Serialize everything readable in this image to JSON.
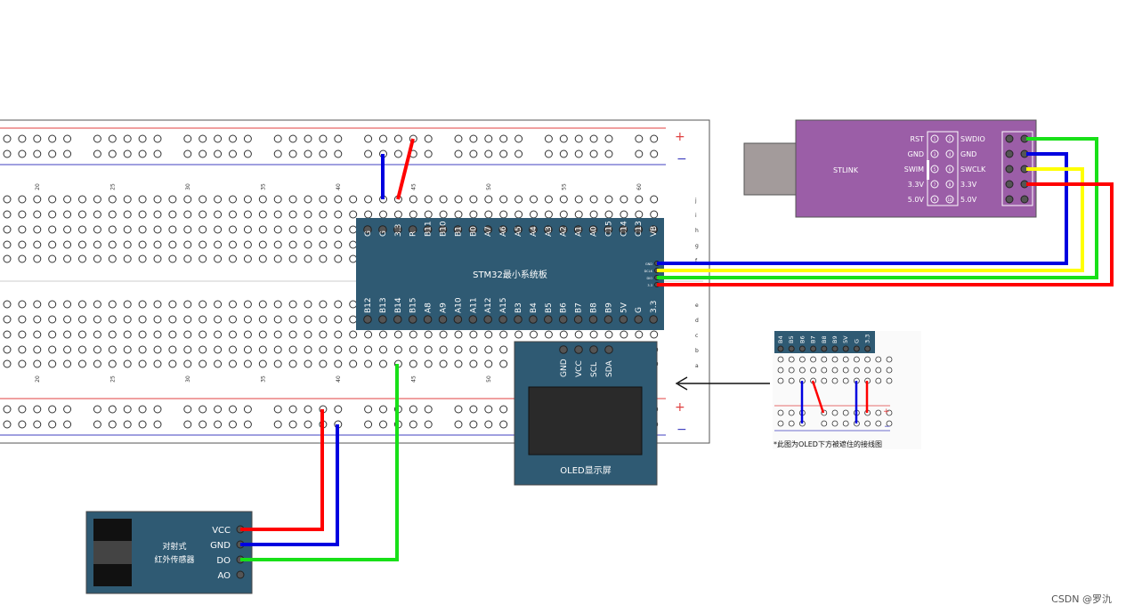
{
  "breadboard": {
    "column_numbers": [
      "20",
      "25",
      "30",
      "35",
      "40",
      "45",
      "50",
      "55",
      "60"
    ],
    "top_row_letters": [
      "j",
      "i",
      "h",
      "g",
      "f"
    ],
    "bottom_row_letters": [
      "e",
      "d",
      "c",
      "b",
      "a"
    ],
    "rail_plus": "+",
    "rail_minus": "−"
  },
  "stm32": {
    "title": "STM32最小系统板",
    "top_pins": [
      "G",
      "G",
      "3.3",
      "R",
      "B11",
      "B10",
      "B1",
      "B0",
      "A7",
      "A6",
      "A5",
      "A4",
      "A3",
      "A2",
      "A1",
      "A0",
      "C15",
      "C14",
      "C13",
      "VB"
    ],
    "bottom_pins": [
      "B12",
      "B13",
      "B14",
      "B15",
      "A8",
      "A9",
      "A10",
      "A11",
      "A12",
      "A15",
      "B3",
      "B4",
      "B5",
      "B6",
      "B7",
      "B8",
      "B9",
      "5V",
      "G",
      "3.3"
    ],
    "swd_pins": [
      "GND",
      "DCLK",
      "DIO",
      "3.3"
    ]
  },
  "stlink": {
    "label": "STLINK",
    "left_labels": [
      "RST",
      "GND",
      "SWIM",
      "3.3V",
      "5.0V"
    ],
    "right_labels": [
      "SWDIO",
      "GND",
      "SWCLK",
      "3.3V",
      "5.0V"
    ],
    "pin_numbers": [
      "1",
      "2",
      "3",
      "4",
      "5",
      "6",
      "7",
      "8",
      "9",
      "10"
    ]
  },
  "oled": {
    "pins": [
      "GND",
      "VCC",
      "SCL",
      "SDA"
    ],
    "label": "OLED显示屏"
  },
  "sensor": {
    "title_line1": "对射式",
    "title_line2": "红外传感器",
    "pins": [
      "VCC",
      "GND",
      "DO",
      "AO"
    ]
  },
  "inset": {
    "pins": [
      "B4",
      "B5",
      "B6",
      "B7",
      "B8",
      "B9",
      "5V",
      "G",
      "3.3"
    ],
    "caption": "*此图为OLED下方被遮住的接线图"
  },
  "watermark": "CSDN @罗氿",
  "colors": {
    "red": "#ff0000",
    "blue": "#0000e0",
    "green": "#18e018",
    "yellow": "#ffff00",
    "board": "#2f5a73",
    "stlink": "#9b5ea7"
  }
}
